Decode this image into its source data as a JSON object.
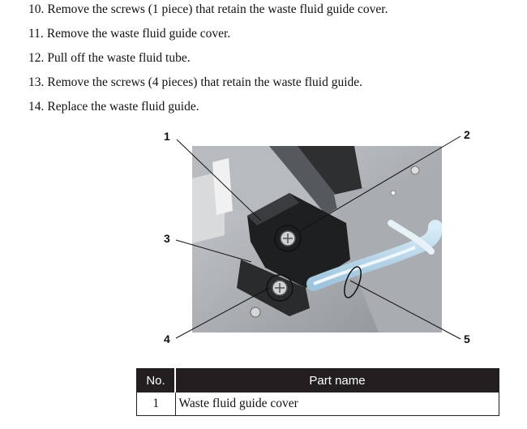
{
  "steps": [
    {
      "num": "10.",
      "text": "Remove the screws (1 piece) that retain the waste fluid guide cover."
    },
    {
      "num": "11.",
      "text": "Remove the waste fluid guide cover."
    },
    {
      "num": "12.",
      "text": "Pull off the waste fluid tube."
    },
    {
      "num": "13.",
      "text": "Remove the screws (4 pieces) that retain the waste fluid guide."
    },
    {
      "num": "14.",
      "text": "Replace the waste fluid guide."
    }
  ],
  "figure": {
    "callouts": [
      "1",
      "2",
      "3",
      "4",
      "5"
    ]
  },
  "parts_table": {
    "headers": [
      "No.",
      "Part name"
    ],
    "rows": [
      {
        "no": "1",
        "name": "Waste fluid guide cover"
      }
    ]
  }
}
